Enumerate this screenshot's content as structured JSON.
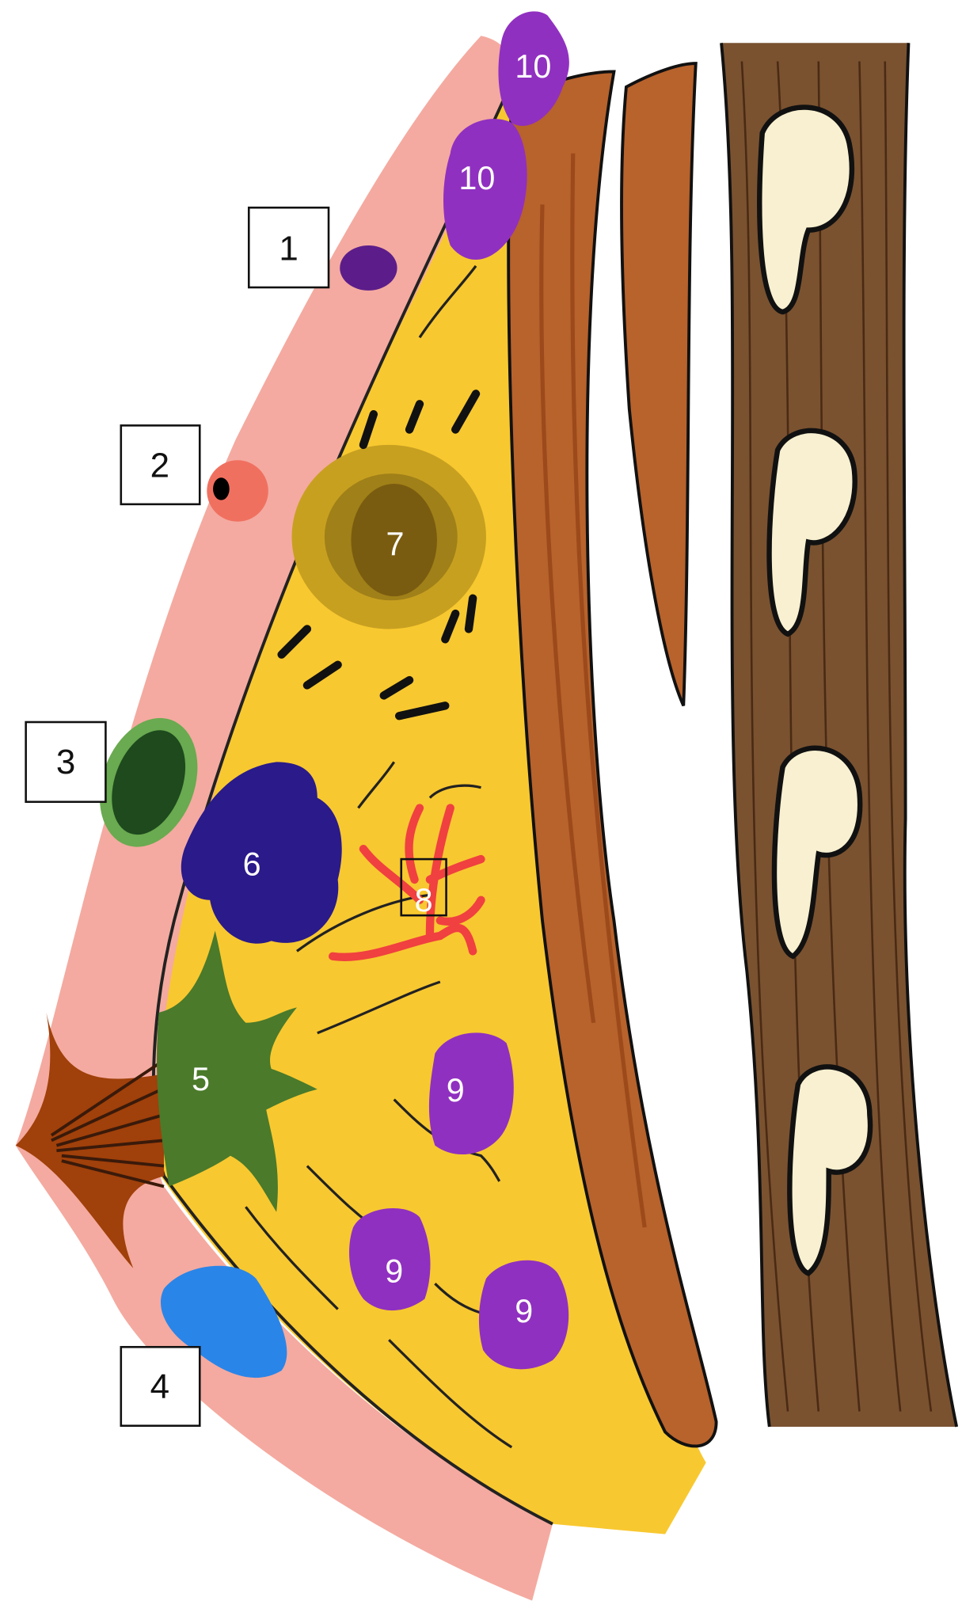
{
  "boxed_labels": [
    "1",
    "2",
    "3",
    "4"
  ],
  "lesion_labels": {
    "l5": "5",
    "l6": "6",
    "l7": "7",
    "l8": "8",
    "l9a": "9",
    "l9b": "9",
    "l9c": "9",
    "l10a": "10",
    "l10b": "10"
  },
  "colors": {
    "skin": "#f4aaa0",
    "fat": "#f8c830",
    "muscle": "#b8622c",
    "rib": "#7a5230",
    "bone": "#f8f0d0",
    "lesion1": "#5c1d8a",
    "lesion2": "#f07060",
    "lesion3_ring": "#6aaa50",
    "lesion3_core": "#1e4a1e",
    "lesion4": "#2a85e8",
    "lesion5": "#4a7a2a",
    "lesion6": "#2a1a8a",
    "lesion7_core": "#7a5c10",
    "lesion7_halo": "#c8a020",
    "lesion8": "#f04040",
    "lesion9": "#9030c0",
    "nipple": "#a0400a"
  }
}
